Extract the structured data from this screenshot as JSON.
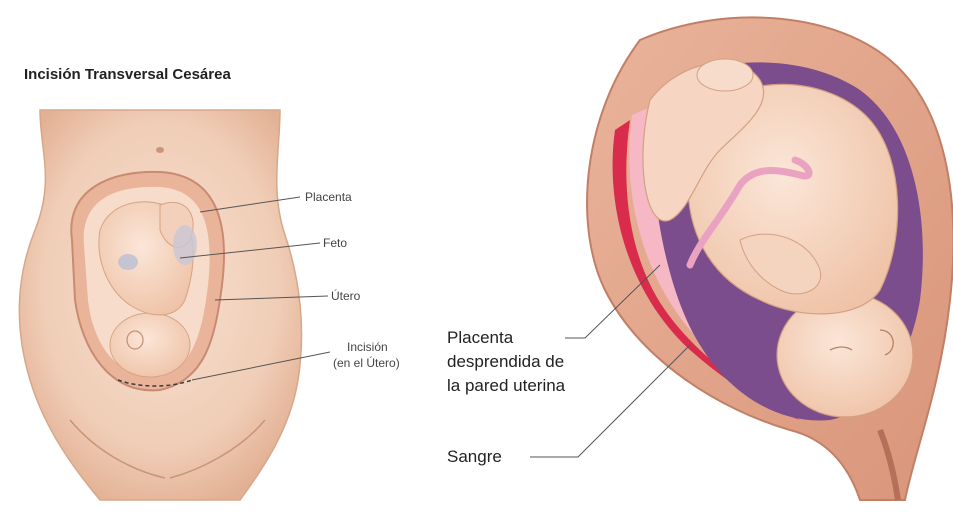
{
  "left_panel": {
    "title": "Incisión Transversal Cesárea",
    "labels": {
      "placenta": "Placenta",
      "feto": "Feto",
      "utero": "Útero",
      "incision_line1": "Incisión",
      "incision_line2": "(en el Útero)"
    }
  },
  "right_panel": {
    "labels": {
      "placenta_line1": "Placenta",
      "placenta_line2": "desprendida de",
      "placenta_line3": "la pared uterina",
      "sangre": "Sangre"
    }
  },
  "colors": {
    "skin": "#f2d3bd",
    "skin_shadow": "#e3b79b",
    "uterus_wall": "#e7a98f",
    "blood": "#d92b4b",
    "placenta": "#f5b8c4",
    "cavity": "#7c4d8c",
    "cord": "#e9a3c0",
    "leader_line": "#555555"
  }
}
